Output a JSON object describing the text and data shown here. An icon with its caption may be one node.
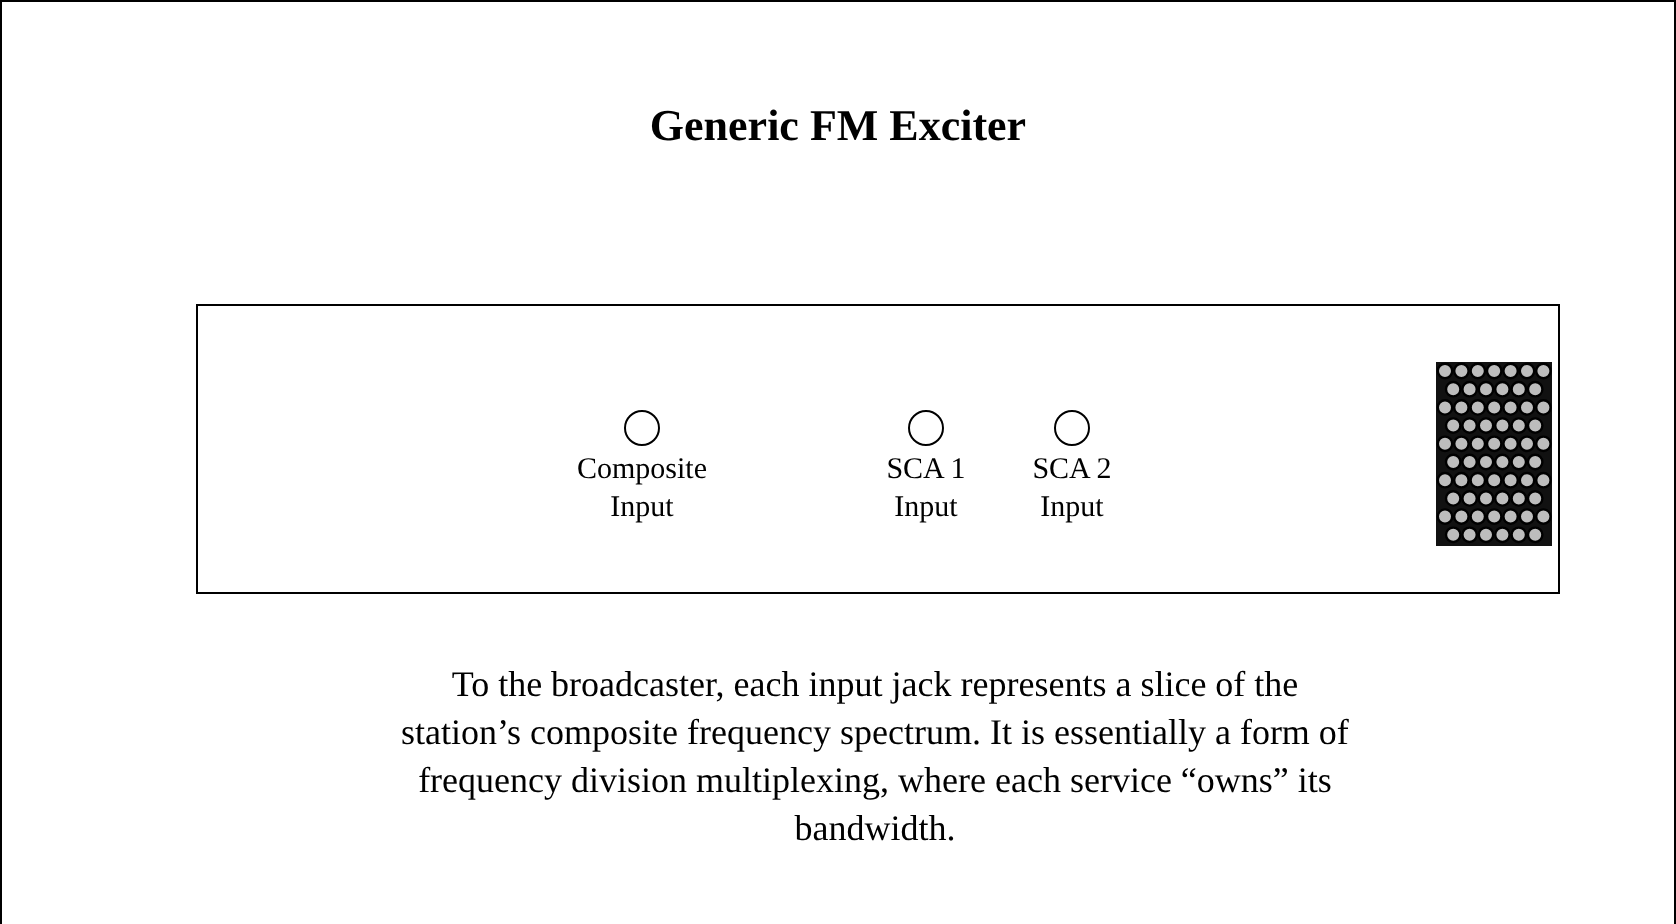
{
  "diagram": {
    "title": "Generic FM Exciter",
    "caption": "To the broadcaster, each input jack represents a slice of the station’s composite frequency spectrum.  It is essentially a form of frequency division multiplexing, where each service “owns” its bandwidth.",
    "nodes": [
      {
        "text": [],
        "shape": "box"
      },
      {
        "text": [],
        "shape": "circle",
        "in": 0,
        "beside": [
          "Composite Input"
        ]
      },
      {
        "text": [],
        "shape": "circle",
        "in": 0,
        "beside": [
          "SCA 1 Input"
        ]
      },
      {
        "text": [],
        "shape": "circle",
        "in": 0,
        "beside": [
          "SCA 2 Input"
        ]
      },
      {
        "text": [],
        "shape": "picture",
        "in": 0
      }
    ],
    "edges": []
  }
}
